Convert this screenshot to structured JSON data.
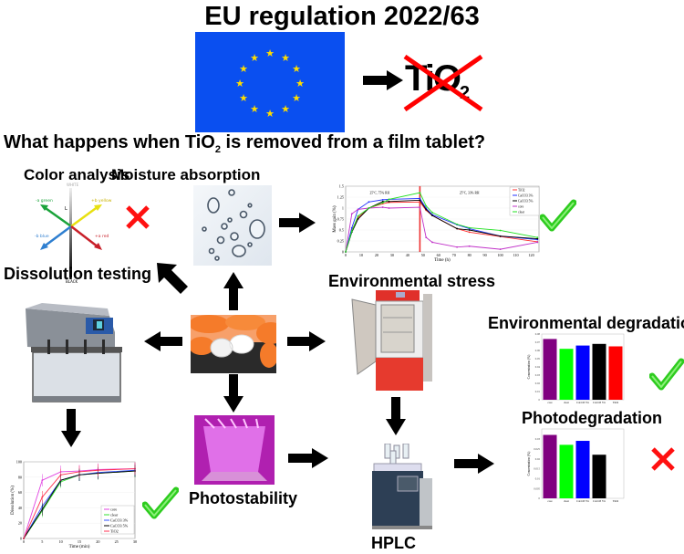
{
  "title": "EU regulation 2022/63",
  "banned_substance": {
    "text": "TiO",
    "subscript": "2"
  },
  "question": {
    "before": "What happens when TiO",
    "sub": "2",
    "after": " is removed from a film tablet?"
  },
  "colors": {
    "eu_blue": "#0a4ff0",
    "eu_star": "#ffdd00",
    "cross_red": "#ff0000",
    "check_green": "#2ecc1f",
    "tablet_orange": "#f57b2a"
  },
  "sections": {
    "color_analysis": {
      "label": "Color analysis",
      "result": "fail",
      "axes": {
        "white": "WHITE",
        "black": "BLACK",
        "green": "-a green",
        "yellow": "+b yellow",
        "blue": "-b blue",
        "red": "+a red",
        "L": "L"
      }
    },
    "moisture_absorption": {
      "label": "Moisture absorption",
      "result": "pass"
    },
    "dissolution_testing": {
      "label": "Dissolution testing",
      "result": "pass"
    },
    "environmental_stress": {
      "label": "Environmental stress"
    },
    "photostability": {
      "label": "Photostability"
    },
    "hplc": {
      "label": "HPLC"
    },
    "environmental_degradation": {
      "label": "Environmental degradation",
      "result": "pass"
    },
    "photodegradation": {
      "label": "Photodegradation",
      "result": "fail"
    }
  },
  "chart_data": [
    {
      "id": "moisture",
      "type": "line",
      "title": "",
      "xlabel": "Time (h)",
      "ylabel": "Mass gain (%)",
      "xlim": [
        0,
        125
      ],
      "ylim": [
        0,
        1.5
      ],
      "xticks": [
        0,
        10,
        20,
        30,
        40,
        50,
        60,
        70,
        80,
        90,
        100,
        110,
        120
      ],
      "yticks": [
        0,
        0.25,
        0.5,
        0.75,
        1,
        1.25,
        1.5
      ],
      "annotations": [
        "25°C, 75% RH",
        "25°C, 33% RH"
      ],
      "vline_x": 48,
      "legend_position": "upper right",
      "x": [
        0,
        4,
        8,
        15,
        24,
        28,
        48,
        52,
        56,
        72,
        80,
        100,
        124
      ],
      "series": [
        {
          "name": "TiO2",
          "color": "#ff3030",
          "values": [
            0,
            0.5,
            0.78,
            1.0,
            1.1,
            1.13,
            1.14,
            0.95,
            0.83,
            0.53,
            0.45,
            0.35,
            0.23
          ]
        },
        {
          "name": "CaCO3 3%",
          "color": "#2030ff",
          "values": [
            0,
            0.55,
            0.97,
            1.14,
            1.19,
            1.2,
            1.22,
            1.0,
            0.85,
            0.62,
            0.53,
            0.36,
            0.28
          ]
        },
        {
          "name": "CaCO3 5%",
          "color": "#000000",
          "values": [
            0,
            0.45,
            0.75,
            1.0,
            1.15,
            1.15,
            1.18,
            0.97,
            0.83,
            0.53,
            0.5,
            0.36,
            0.3
          ]
        },
        {
          "name": "core",
          "color": "#c030c8",
          "values": [
            0,
            0.87,
            0.97,
            1.0,
            1.02,
            1.0,
            1.02,
            0.33,
            0.22,
            0.11,
            0.13,
            0.06,
            0.22
          ]
        },
        {
          "name": "clear",
          "color": "#20e020",
          "values": [
            0,
            0.47,
            0.82,
            1.0,
            1.12,
            1.2,
            1.35,
            1.05,
            0.9,
            0.63,
            0.55,
            0.49,
            0.33
          ]
        }
      ]
    },
    {
      "id": "dissolution",
      "type": "line",
      "title": "",
      "xlabel": "Time (min)",
      "ylabel": "Dissolution (%)",
      "xlim": [
        0,
        30
      ],
      "ylim": [
        0,
        100
      ],
      "xticks": [
        0,
        5,
        10,
        15,
        20,
        25,
        30
      ],
      "yticks": [
        0,
        20,
        40,
        60,
        80,
        100
      ],
      "legend_position": "lower right",
      "x": [
        0,
        5,
        10,
        15,
        20,
        30
      ],
      "series": [
        {
          "name": "core",
          "color": "#e040e0",
          "values": [
            0,
            76,
            87,
            88,
            90,
            91
          ]
        },
        {
          "name": "clear",
          "color": "#30e030",
          "values": [
            0,
            36,
            74,
            83,
            85,
            88
          ]
        },
        {
          "name": "CaCO3 3%",
          "color": "#3050ff",
          "values": [
            0,
            42,
            76,
            83,
            86,
            89
          ]
        },
        {
          "name": "CaCO3 5%",
          "color": "#000000",
          "values": [
            0,
            38,
            76,
            83,
            85,
            88
          ]
        },
        {
          "name": "TiO2",
          "color": "#ff3050",
          "values": [
            0,
            54,
            83,
            87,
            89,
            91
          ]
        }
      ]
    },
    {
      "id": "environmental_degradation",
      "type": "bar",
      "title": "Environmental degradation",
      "ylabel": "Concentration (%)",
      "ylim": [
        0,
        0.08
      ],
      "yticks": [
        0,
        0.01,
        0.02,
        0.03,
        0.04,
        0.05,
        0.06,
        0.07,
        0.08
      ],
      "categories": [
        "core",
        "clear",
        "CaCO3 3%",
        "CaCO3 5%",
        "TiO2"
      ],
      "colors": [
        "#800080",
        "#00ff00",
        "#0000ff",
        "#000000",
        "#ff0000"
      ],
      "values": [
        0.074,
        0.062,
        0.066,
        0.068,
        0.065
      ]
    },
    {
      "id": "photodegradation",
      "type": "bar",
      "title": "Photodegradation",
      "ylabel": "Concentration (%)",
      "ylim": [
        0,
        0.035
      ],
      "yticks": [
        0,
        0.005,
        0.01,
        0.015,
        0.02,
        0.025,
        0.03
      ],
      "categories": [
        "core",
        "clear",
        "CaCO3 3%",
        "CaCO3 5%",
        "TiO2"
      ],
      "colors": [
        "#800080",
        "#00ff00",
        "#0000ff",
        "#000000",
        "#ff0000"
      ],
      "values": [
        0.032,
        0.027,
        0.029,
        0.022,
        0
      ]
    }
  ]
}
